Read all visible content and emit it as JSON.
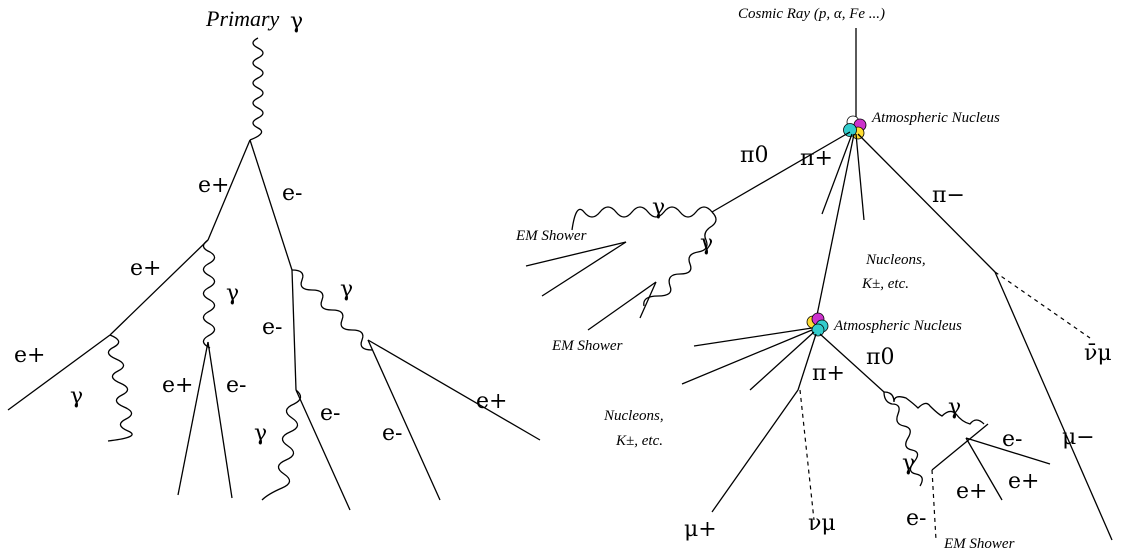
{
  "left_cascade": {
    "title_word": "Primary",
    "title_symbol": "γ",
    "labels": {
      "e_plus_1": "e+",
      "e_minus_1": "e-",
      "e_plus_2": "e+",
      "gamma_2": "γ",
      "gamma_3": "γ",
      "e_minus_3": "e-",
      "e_plus_4": "e+",
      "gamma_4": "γ",
      "e_plus_5": "e+",
      "e_minus_5": "e-",
      "gamma_6": "γ",
      "e_minus_6": "e-",
      "e_minus_7": "e-",
      "e_plus_7": "e+"
    }
  },
  "right_cascade": {
    "title": "Cosmic Ray (p, α, Fe ...)",
    "nucleus_label_1": "Atmospheric Nucleus",
    "nucleus_label_2": "Atmospheric Nucleus",
    "nucleus_colors": [
      "#ffffff",
      "#cc33cc",
      "#33cccc",
      "#ffdd33"
    ],
    "em_shower_1": "EM Shower",
    "em_shower_2": "EM Shower",
    "em_shower_3": "EM Shower",
    "nucleons_line1_a": "Nucleons,",
    "nucleons_line2_a": "K±,  etc.",
    "nucleons_line1_b": "Nucleons,",
    "nucleons_line2_b": "K±,  etc.",
    "labels": {
      "pi0_1": "π0",
      "pi_plus_1": "π+",
      "pi_minus_1": "π−",
      "gamma_a": "γ",
      "gamma_b": "γ",
      "nubar_mu": "ν̄μ",
      "mu_minus": "μ−",
      "pi0_2": "π0",
      "pi_plus_2": "π+",
      "nu_mu": "νμ",
      "mu_plus": "μ+",
      "gamma_c": "γ",
      "gamma_d": "γ",
      "e_minus_r1": "e-",
      "e_plus_r1": "e+",
      "e_plus_r2": "e+",
      "e_minus_r2": "e-"
    }
  }
}
